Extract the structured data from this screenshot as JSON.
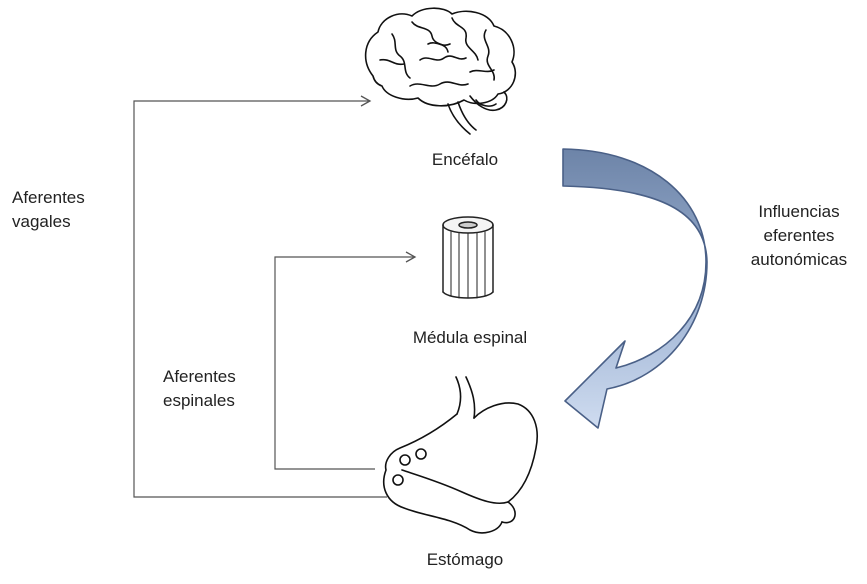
{
  "nodes": {
    "brain": {
      "label": "Encéfalo",
      "icon": "brain-icon"
    },
    "spinal_cord": {
      "label": "Médula espinal",
      "icon": "spinal-cord-icon"
    },
    "stomach": {
      "label": "Estómago",
      "icon": "stomach-icon"
    }
  },
  "edges": {
    "vagal_afferents": {
      "line1": "Aferentes",
      "line2": "vagales"
    },
    "spinal_afferents": {
      "line1": "Aferentes",
      "line2": "espinales"
    },
    "autonomic_efferents": {
      "line1": "Influencias",
      "line2": "eferentes",
      "line3": "autonómicas"
    }
  },
  "colors": {
    "lines": "#555555",
    "arrow_dark": "#6d84a8",
    "arrow_light": "#c9d8ee",
    "arrow_stroke": "#4a6087"
  }
}
